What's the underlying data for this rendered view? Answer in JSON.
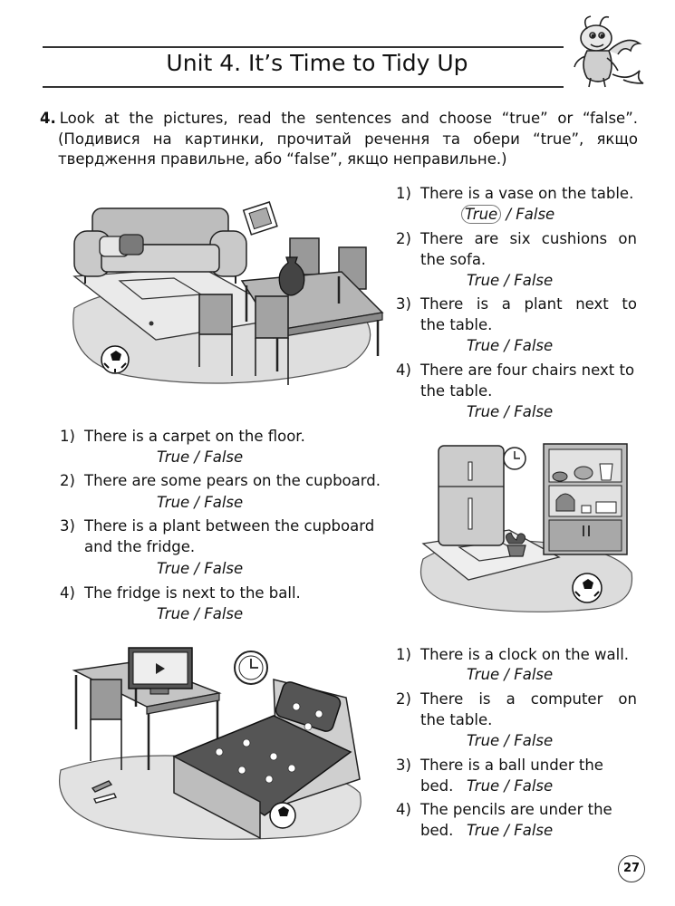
{
  "header": {
    "title": "Unit 4. It’s Time to Tidy Up"
  },
  "task": {
    "number": "4.",
    "instruction_line1": "Look at the pictures, read the sentences and choose “true” or “false”.",
    "instruction_line2": "(Подивися на картинки, прочитай речення та обери “true”, якщо",
    "instruction_line3": "твердження правильне, або “false”, якщо неправильне.)"
  },
  "picture1": {
    "q1_num": "1)",
    "q1_text": "There is a vase on the table.",
    "q1_true": "True",
    "q1_sep": " / False",
    "q2_num": "2)",
    "q2_text_a": "There are six cushions on",
    "q2_text_b": "the sofa.",
    "q2_tf": "True / False",
    "q3_num": "3)",
    "q3_text_a": "There is a plant next to",
    "q3_text_b": "the table.",
    "q3_tf": "True / False",
    "q4_num": "4)",
    "q4_text_a": "There are four chairs next to",
    "q4_text_b": "the table.",
    "q4_tf": "True / False"
  },
  "picture2": {
    "q1_num": "1)",
    "q1_text": "There is a carpet on the floor.",
    "q1_tf": "True / False",
    "q2_num": "2)",
    "q2_text": "There are some pears on the cupboard.",
    "q2_tf": "True / False",
    "q3_num": "3)",
    "q3_text_a": "There is a plant between the cupboard",
    "q3_text_b": "and the fridge.",
    "q3_tf": "True / False",
    "q4_num": "4)",
    "q4_text": "The fridge is next to the ball.",
    "q4_tf": "True / False"
  },
  "picture3": {
    "q1_num": "1)",
    "q1_text": "There is a clock on the wall.",
    "q1_tf": "True / False",
    "q2_num": "2)",
    "q2_text_a": "There is a computer on",
    "q2_text_b": "the table.",
    "q2_tf": "True / False",
    "q3_num": "3)",
    "q3_text": "There is a ball under the bed.",
    "q3_tf": "True / False",
    "q4_num": "4)",
    "q4_text": "The pencils are under the bed.",
    "q4_tf": "True / False"
  },
  "footer": {
    "page_number": "27"
  },
  "icons": {
    "mascot": "dragon-mascot-icon"
  }
}
